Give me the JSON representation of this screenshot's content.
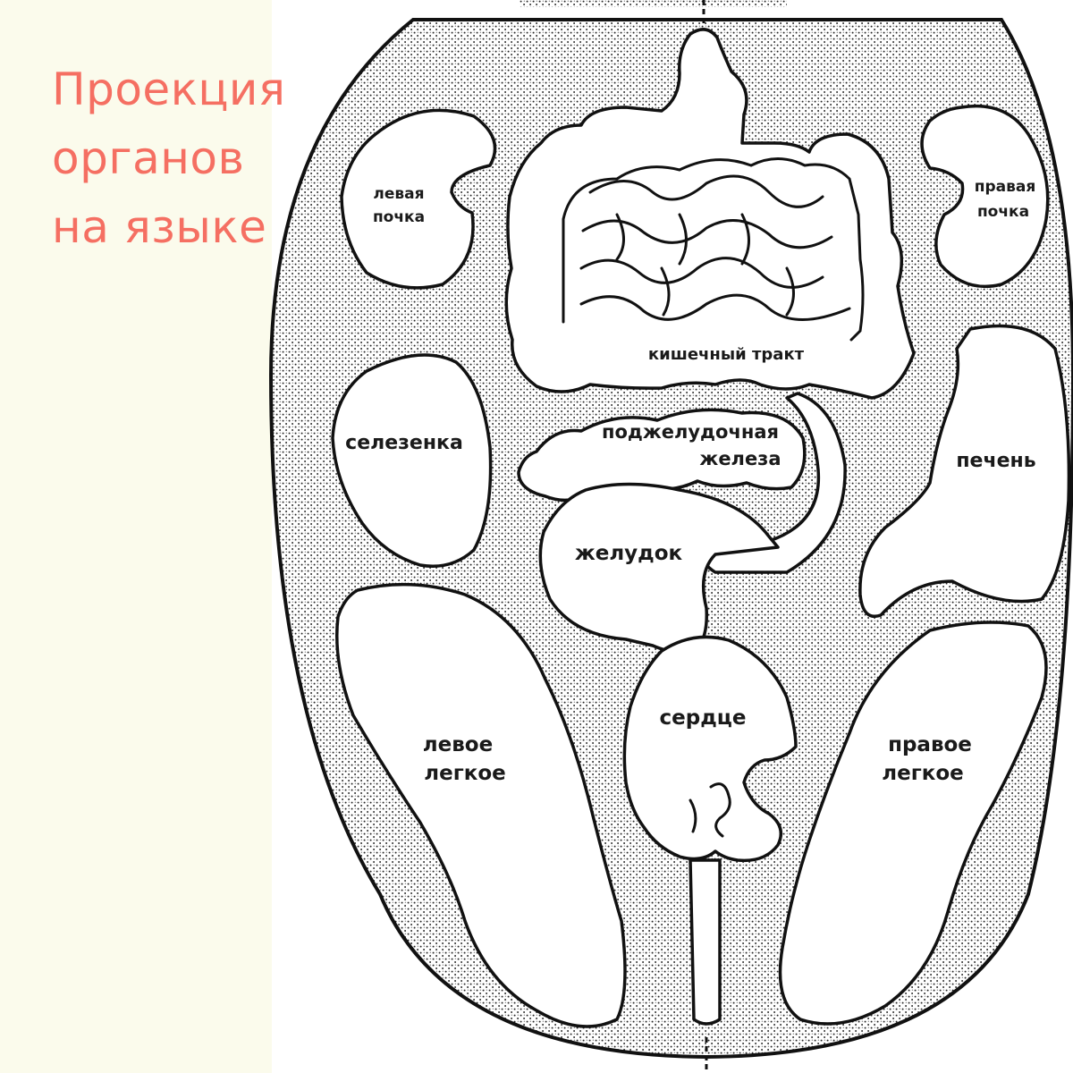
{
  "title": {
    "line1": "Проекция",
    "line2": "органов",
    "line3": "на языке"
  },
  "labels": {
    "left_kidney_1": "левая",
    "left_kidney_2": "почка",
    "right_kidney_1": "правая",
    "right_kidney_2": "почка",
    "intestine": "кишечный тракт",
    "pancreas_1": "поджелудочная",
    "pancreas_2": "железа",
    "spleen": "селезенка",
    "liver": "печень",
    "stomach": "желудок",
    "heart": "сердце",
    "left_lung_1": "левое",
    "left_lung_2": "легкое",
    "right_lung_1": "правое",
    "right_lung_2": "легкое"
  },
  "colors": {
    "title": "#f56f62",
    "panel": "#fbfbec",
    "outline": "#111111",
    "stipple": "#222222"
  }
}
